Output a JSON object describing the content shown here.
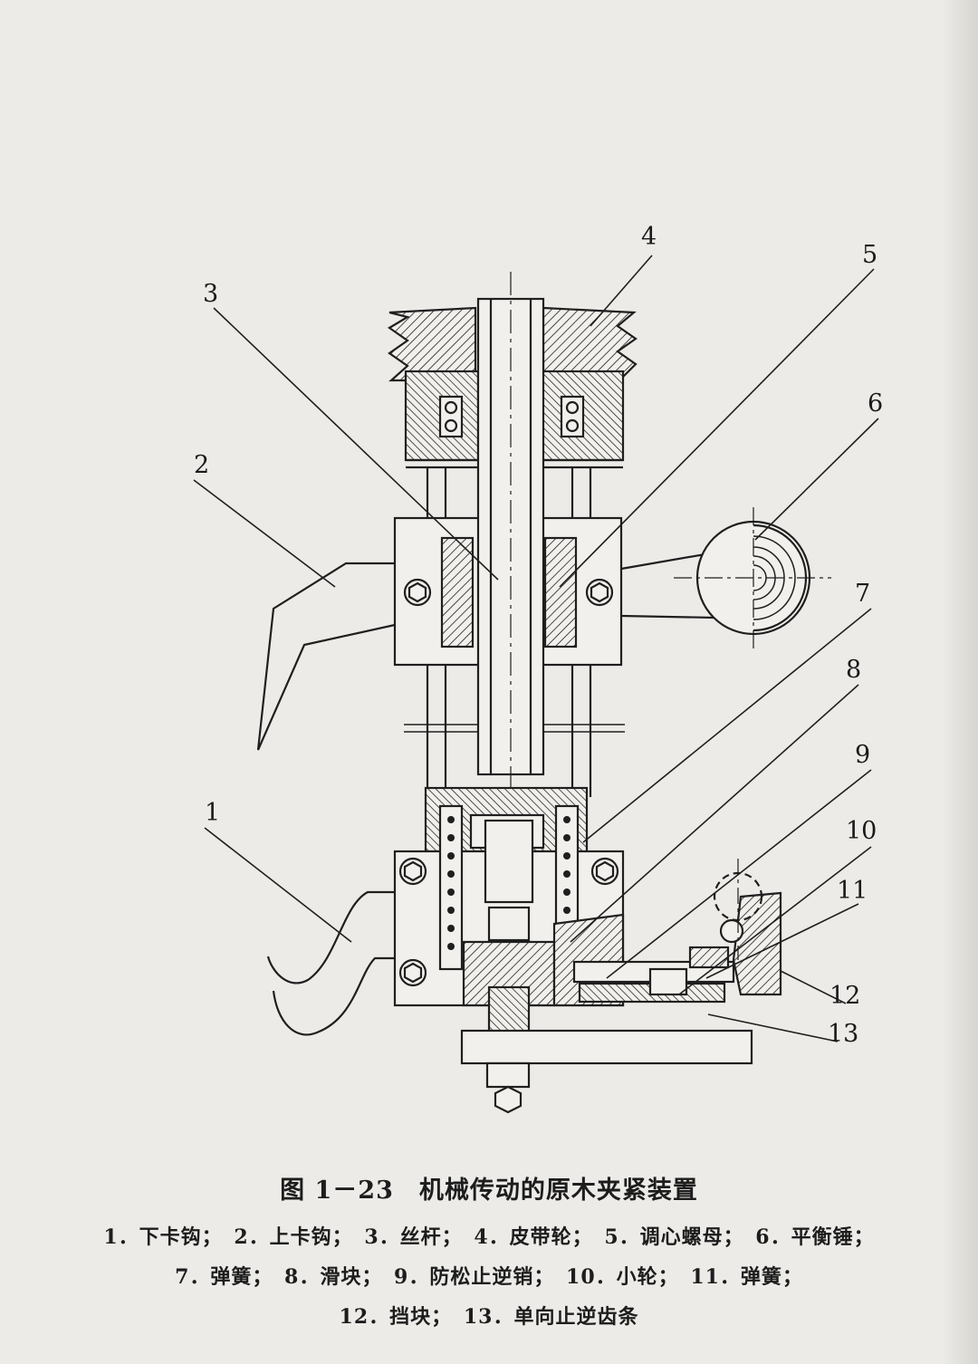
{
  "figure": {
    "callouts": [
      "1",
      "2",
      "3",
      "4",
      "5",
      "6",
      "7",
      "8",
      "9",
      "10",
      "11",
      "12",
      "13"
    ]
  },
  "caption": {
    "title": "图 1－23　机械传动的原木夹紧装置",
    "legend_rows": [
      [
        "1．下卡钩；",
        "2．上卡钩；",
        "3．丝杆；",
        "4．皮带轮；",
        "5．调心螺母；",
        "6．平衡锤；"
      ],
      [
        "7．弹簧；",
        "8．滑块；",
        "9．防松止逆销；",
        "10．小轮；",
        "11．弹簧；"
      ],
      [
        "12．挡块；",
        "13．单向止逆齿条"
      ]
    ]
  }
}
